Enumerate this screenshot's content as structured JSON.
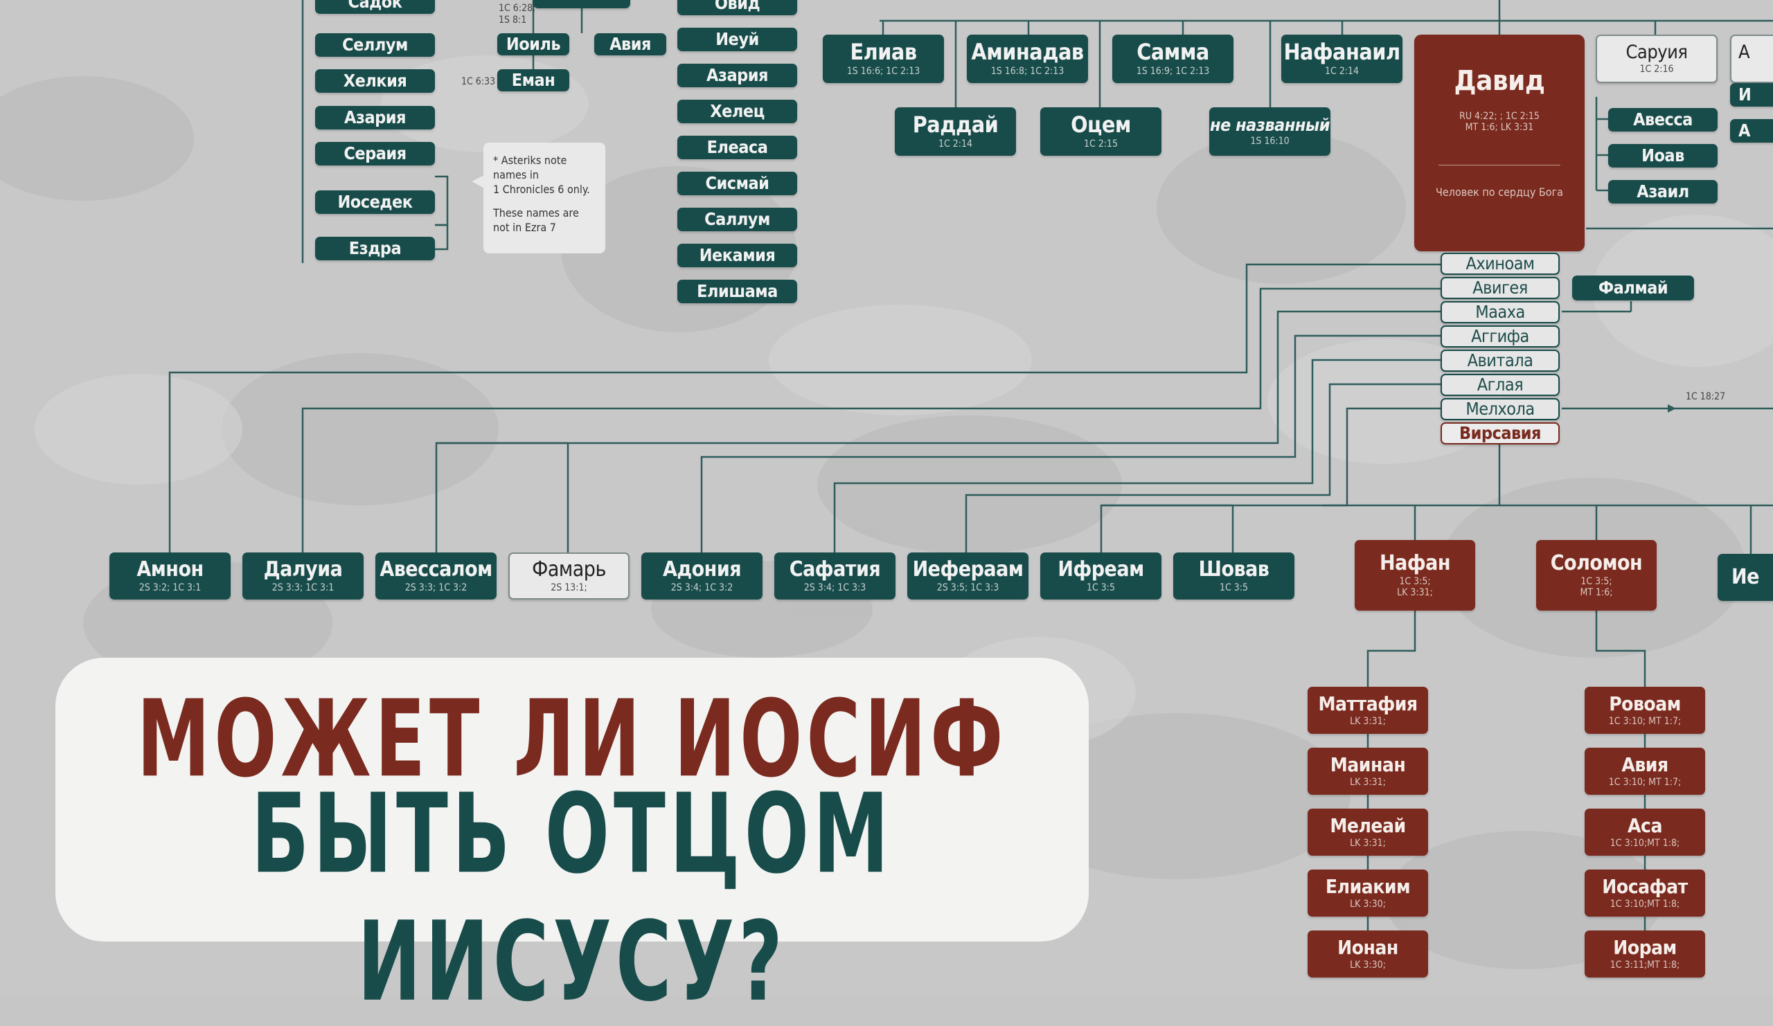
{
  "title": {
    "line1": "МОЖЕТ ЛИ ИОСИФ",
    "line2": "БЫТЬ ОТЦОМ ИИСУСУ?"
  },
  "colors": {
    "green": "#184c4a",
    "red": "#7a2a1e",
    "background": "#c6c6c6"
  },
  "left_column": [
    "Садок",
    "Селлум",
    "Хелкия",
    "Азария",
    "Сераия",
    "Иоседек",
    "Ездра"
  ],
  "small_nodes": {
    "ioil": "Иоиль",
    "aviya": "Авия",
    "eman": "Еман"
  },
  "small_refs": {
    "ioil_ref": "1C 6:28;\n1S 8:1",
    "eman_ref": "1C 6:33"
  },
  "note": {
    "line1": "* Asteriks note\nnames in\n1 Chronicles 6 only.",
    "line2": "These names are\nnot in Ezra 7"
  },
  "mid_column": [
    "Овид",
    "Иеуй",
    "Азария",
    "Хелец",
    "Елеаса",
    "Сисмай",
    "Саллум",
    "Иекамия",
    "Елишама"
  ],
  "brothers": [
    {
      "name": "Елиав",
      "ref": "1S 16:6; 1C 2:13"
    },
    {
      "name": "Аминадав",
      "ref": "1S 16:8; 1C 2:13"
    },
    {
      "name": "Самма",
      "ref": "1S 16:9; 1C 2:13"
    },
    {
      "name": "Нафанаил",
      "ref": "1C 2:14"
    },
    {
      "name": "Раддай",
      "ref": "1C 2:14"
    },
    {
      "name": "Оцем",
      "ref": "1C 2:15"
    },
    {
      "name": "не названный",
      "ref": "1S 16:10"
    }
  ],
  "david": {
    "name": "Давид",
    "ref": "RU 4:22; ; 1C 2:15\nMT 1:6; LK 3:31",
    "subtitle": "Человек по сердцу Бога"
  },
  "saruia": {
    "name": "Саруия",
    "ref": "1C 2:16"
  },
  "nephews": [
    "Авесса",
    "Иоав",
    "Азаил"
  ],
  "wives": [
    "Ахиноам",
    "Авигея",
    "Мааха",
    "Аггифа",
    "Авитала",
    "Аглая",
    "Мелхола",
    "Вирсавия"
  ],
  "falmai": "Фалмай",
  "ref_1c1827": "1C 18:27",
  "sons": [
    {
      "name": "Амнон",
      "ref": "2S 3:2; 1C 3:1"
    },
    {
      "name": "Далуиа",
      "ref": "2S 3:3; 1C 3:1"
    },
    {
      "name": "Авессалом",
      "ref": "2S 3:3; 1C 3:2"
    },
    {
      "name": "Фамарь",
      "ref": "2S 13:1;"
    },
    {
      "name": "Адония",
      "ref": "2S 3:4; 1C 3:2"
    },
    {
      "name": "Сафатия",
      "ref": "2S 3:4; 1C 3:3"
    },
    {
      "name": "Иефераам",
      "ref": "2S 3:5; 1C 3:3"
    },
    {
      "name": "Ифреам",
      "ref": "1C 3:5"
    },
    {
      "name": "Шовав",
      "ref": "1C 3:5"
    }
  ],
  "nathan": {
    "name": "Нафан",
    "ref": "1C 3:5;\nLK 3:31;"
  },
  "solomon": {
    "name": "Соломон",
    "ref": "1C 3:5;\nMT 1:6;"
  },
  "nathan_line": [
    {
      "name": "Маттафия",
      "ref": "LK 3:31;"
    },
    {
      "name": "Маинан",
      "ref": "LK 3:31;"
    },
    {
      "name": "Мелеай",
      "ref": "LK 3:31;"
    },
    {
      "name": "Елиаким",
      "ref": "LK 3:30;"
    },
    {
      "name": "Ионан",
      "ref": "LK 3:30;"
    }
  ],
  "solomon_line": [
    {
      "name": "Ровоам",
      "ref": "1C 3:10; MT 1:7;"
    },
    {
      "name": "Авия",
      "ref": "1C 3:10; MT 1:7;"
    },
    {
      "name": "Аса",
      "ref": "1C 3:10;MT 1:8;"
    },
    {
      "name": "Иосафат",
      "ref": "1C 3:10;MT 1:8;"
    },
    {
      "name": "Иорам",
      "ref": "1C 3:11;MT 1:8;"
    }
  ],
  "edge_cut": {
    "right_top": "А",
    "right_mid1": "И",
    "right_mid2": "А",
    "right_son": "Ие"
  }
}
